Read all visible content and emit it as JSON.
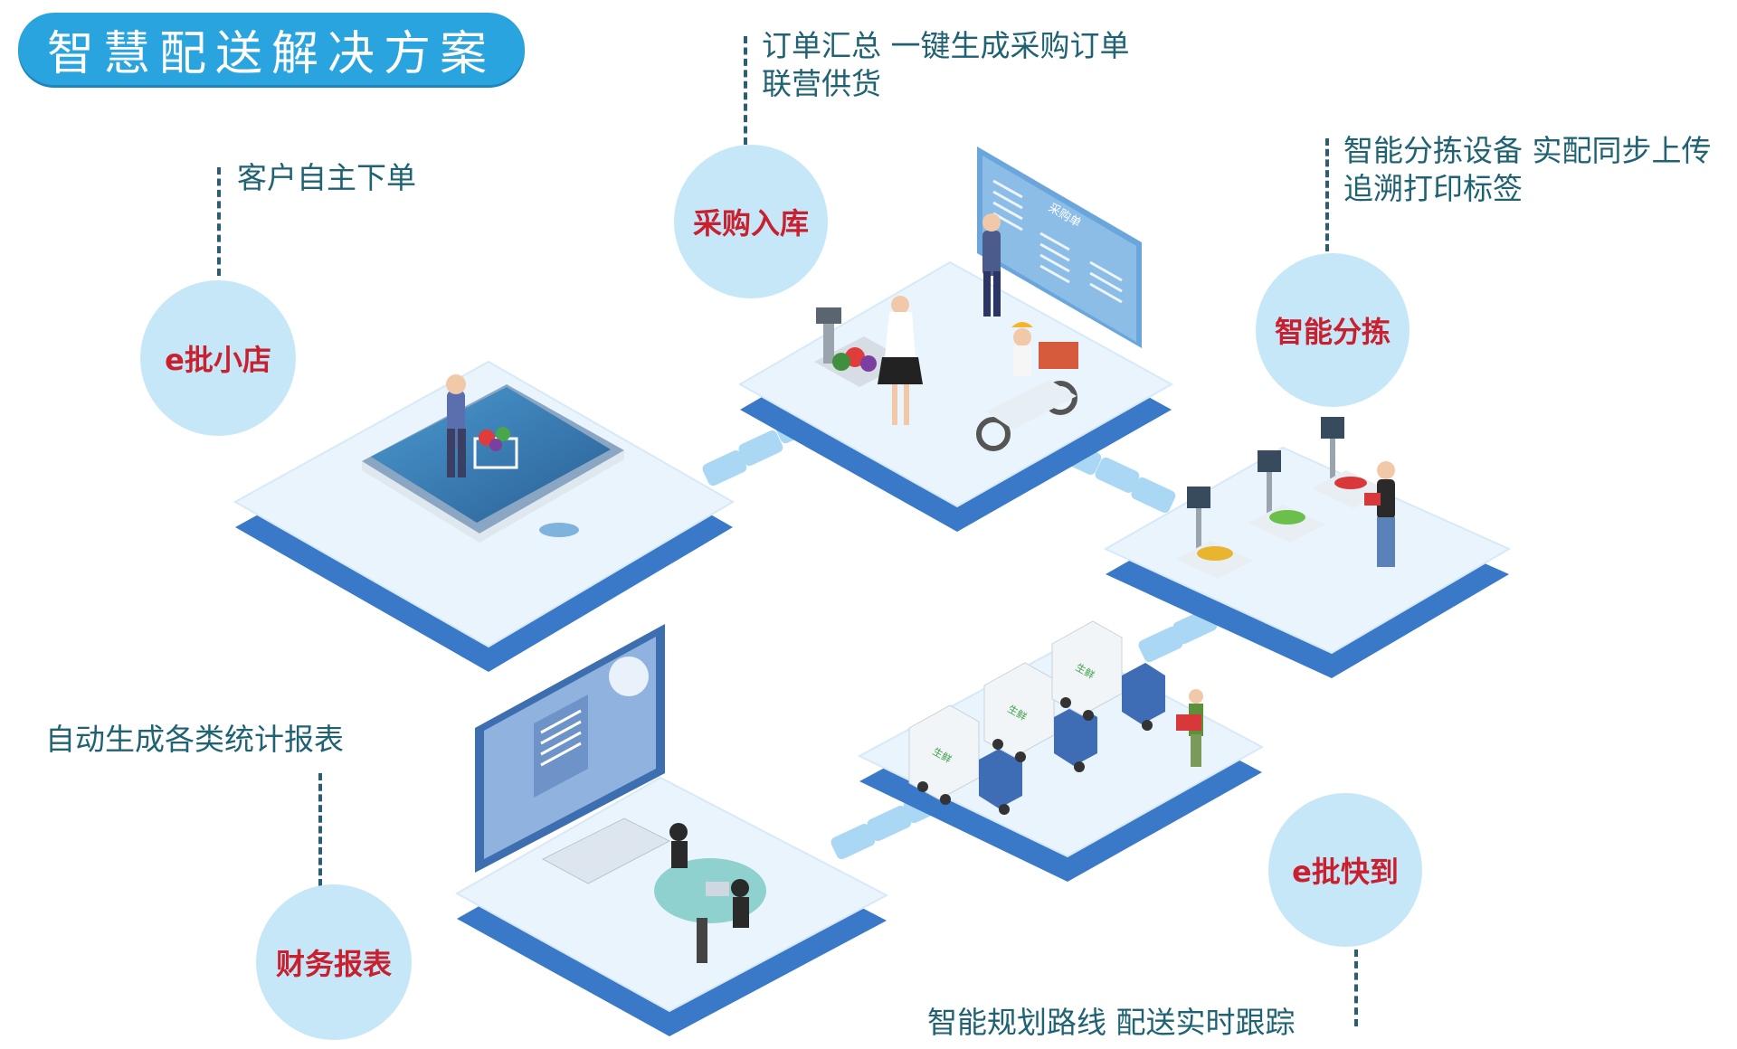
{
  "title": "智慧配送解决方案",
  "nodes": {
    "shop": {
      "label": "e批小店",
      "desc": [
        "客户自主下单"
      ]
    },
    "purchase": {
      "label": "采购入库",
      "desc": [
        "订单汇总 一键生成采购订单",
        "联营供货"
      ]
    },
    "sorting": {
      "label": "智能分拣",
      "desc": [
        "智能分拣设备 实配同步上传",
        "追溯打印标签"
      ]
    },
    "delivery": {
      "label": "e批快到",
      "desc": [
        "智能规划路线 配送实时跟踪"
      ]
    },
    "finance": {
      "label": "财务报表",
      "desc": [
        "自动生成各类统计报表"
      ]
    }
  },
  "illustrations": {
    "purchase_board": "采购单",
    "truck_brand": "生鲜"
  },
  "colors": {
    "title_bg": "#2aa4df",
    "circle_bg": "#c6e7f8",
    "circle_text": "#c8202f",
    "desc_text": "#1f6273",
    "platform_top": "#eaf4fc",
    "platform_side": "#3a78c8"
  }
}
